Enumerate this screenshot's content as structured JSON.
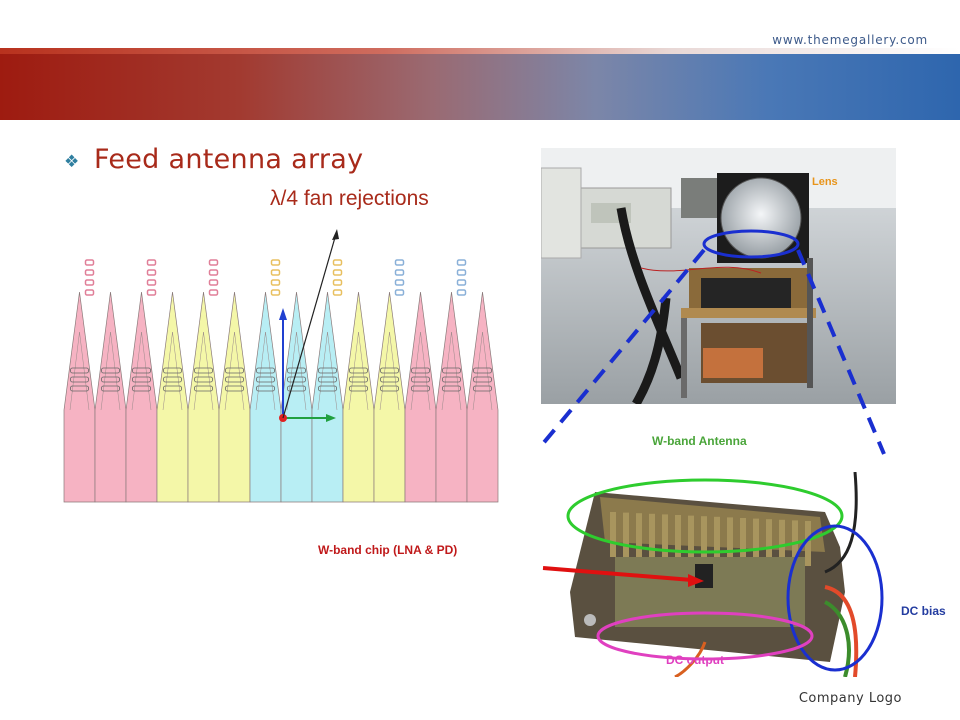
{
  "header": {
    "url": "www.themegallery.com"
  },
  "title": {
    "bullet_icon": "diamond-bullet-icon",
    "text": "Feed antenna array"
  },
  "diagram": {
    "label": "λ/4 fan rejections"
  },
  "photos": {
    "chip_label": "W-band chip (LNA & PD)",
    "lens_label": "Lens",
    "antenna_label": "W-band Antenna",
    "dc_bias_label": "DC bias",
    "dc_output_label": "DC output"
  },
  "footer": {
    "logo_text": "Company Logo"
  },
  "colors": {
    "heading": "#a82a1a",
    "banner_left": "#9e1b10",
    "banner_right": "#2e66ae",
    "green_highlight": "#2ecc2e",
    "blue_highlight": "#1a2fd0",
    "magenta_highlight": "#e040c0",
    "red_arrow": "#e01010"
  }
}
